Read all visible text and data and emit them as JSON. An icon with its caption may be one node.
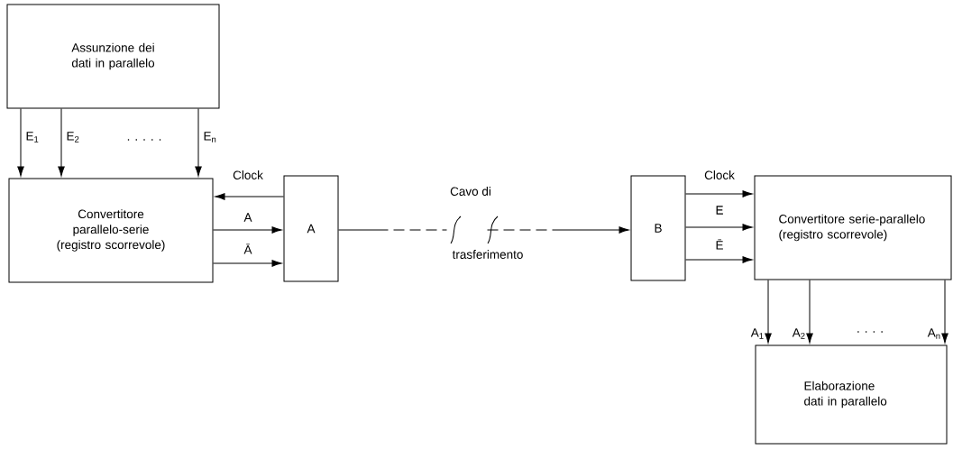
{
  "diagram": {
    "nodes": [
      {
        "text": [
          "Assunzione dei dati in parallelo"
        ]
      },
      {
        "text": [
          "Convertitore parallelo-serie (registro scorrevole)"
        ]
      },
      {
        "text": [
          "A"
        ]
      },
      {
        "text": [
          "B"
        ]
      },
      {
        "text": [
          "Convertitore serie-parallelo (registro scorrevole)"
        ]
      },
      {
        "text": [
          "Elaborazione dati in parallelo"
        ]
      }
    ],
    "edges": [
      {
        "from": 0,
        "to": 1,
        "arrow": "to",
        "label": "E$_{1}$"
      },
      {
        "from": 0,
        "to": 1,
        "arrow": "to",
        "label": "E$_{2}$"
      },
      {
        "from": 0,
        "to": 1,
        "arrow": "to",
        "label": "E$_{n}$"
      },
      {
        "from": 2,
        "to": 1,
        "arrow": "to",
        "label": "Clock"
      },
      {
        "from": 1,
        "to": 2,
        "arrow": "to",
        "label": "A"
      },
      {
        "from": 1,
        "to": 2,
        "arrow": "to",
        "label": "Ā"
      },
      {
        "from": 2,
        "to": 3,
        "arrow": "to",
        "style": "dashed"
      },
      {
        "from": 3,
        "to": 4,
        "arrow": "to",
        "label": "Clock"
      },
      {
        "from": 3,
        "to": 4,
        "arrow": "to",
        "label": "E"
      },
      {
        "from": 3,
        "to": 4,
        "arrow": "to",
        "label": "Ē"
      },
      {
        "from": 4,
        "to": 5,
        "arrow": "to",
        "label": "A$_{1}$"
      },
      {
        "from": 4,
        "to": 5,
        "arrow": "to",
        "label": "A$_{2}$"
      },
      {
        "from": 4,
        "to": 5,
        "arrow": "to",
        "label": "A$_{n}$"
      }
    ],
    "labels": [
      ". . . . .",
      "Cavo di",
      "trasferimento",
      ". . . ."
    ]
  }
}
